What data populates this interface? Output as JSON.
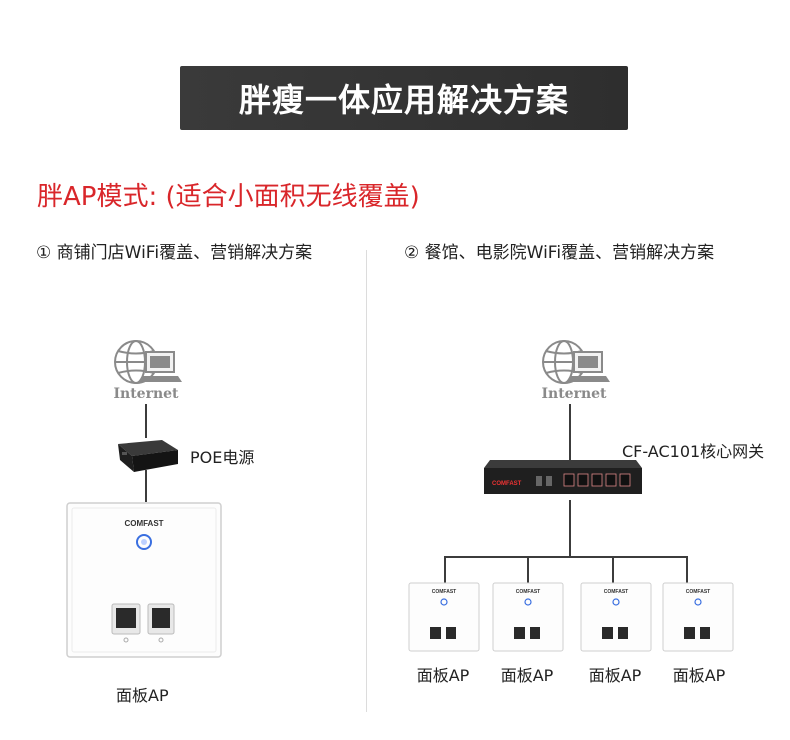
{
  "title": "胖瘦一体应用解决方案",
  "mode_title": "胖AP模式: (适合小面积无线覆盖)",
  "scenarios": [
    {
      "label": "① 商铺门店WiFi覆盖、营销解决方案"
    },
    {
      "label": "② 餐馆、电影院WiFi覆盖、营销解决方案"
    }
  ],
  "left": {
    "internet_label": "Internet",
    "poe_label": "POE电源",
    "ap_brand": "COMFAST",
    "ap_label": "面板AP"
  },
  "right": {
    "internet_label": "Internet",
    "gateway_label": "CF-AC101核心网关",
    "gateway_brand": "COMFAST",
    "ap_brand": "COMFAST",
    "aps": [
      {
        "label": "面板AP"
      },
      {
        "label": "面板AP"
      },
      {
        "label": "面板AP"
      },
      {
        "label": "面板AP"
      }
    ]
  },
  "colors": {
    "title_bg": "#333333",
    "accent_red": "#d9262a",
    "led_blue": "#3a6fe0"
  }
}
